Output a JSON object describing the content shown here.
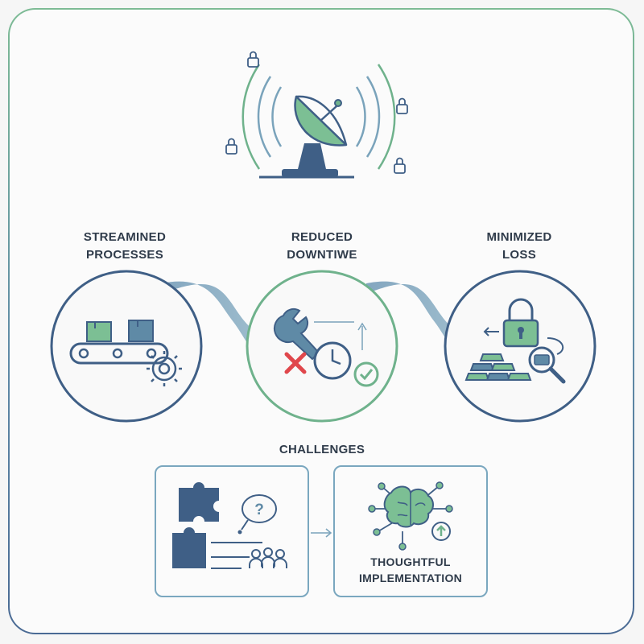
{
  "labels": {
    "streamlined": [
      "STREAMINED",
      "PROCESSES"
    ],
    "downtime": [
      "REDUCED",
      "DOWNTIWE"
    ],
    "loss": [
      "MINIMIZED",
      "LOSS"
    ],
    "challenges": "CHALLENGES",
    "implementation": [
      "THOUGHTFUL",
      "IMPLEMENTATION"
    ]
  },
  "icons": {
    "satellite": "satellite-dish-icon",
    "conveyor": "conveyor-belt-icon",
    "gear": "gear-icon",
    "wrench": "wrench-icon",
    "clock": "clock-icon",
    "cross": "x-mark-icon",
    "check": "checkmark-icon",
    "lock": "padlock-icon",
    "gold": "gold-bars-icon",
    "magnifier": "magnifier-icon",
    "puzzle": "puzzle-pieces-icon",
    "question": "question-bubble-icon",
    "people": "people-group-icon",
    "brain": "brain-network-icon"
  },
  "colors": {
    "navy": "#3f5f86",
    "green": "#6fb28c",
    "teal_flow": "#7aa3bb",
    "red": "#e0474c",
    "text": "#2f3b4a"
  }
}
